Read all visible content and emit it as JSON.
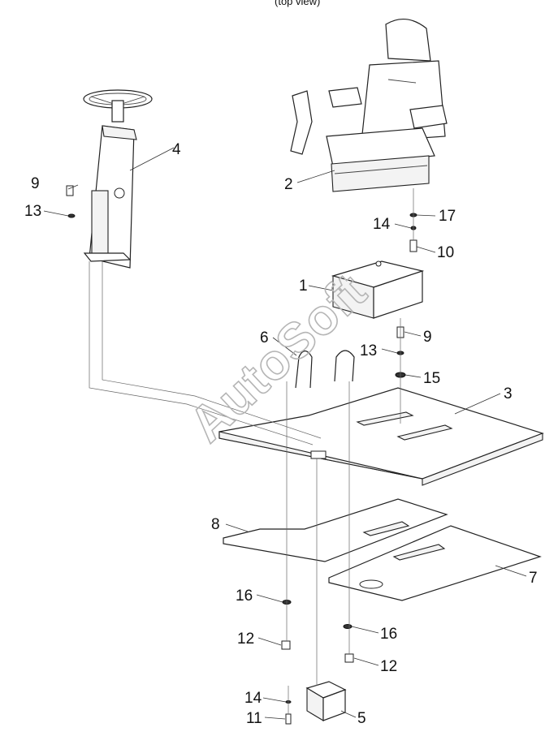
{
  "header": {
    "fragment": "(top view)"
  },
  "watermark": "AutoSoft",
  "callouts": {
    "c1": "1",
    "c2": "2",
    "c3": "3",
    "c4": "4",
    "c5": "5",
    "c6": "6",
    "c7": "7",
    "c8": "8",
    "c9a": "9",
    "c9b": "9",
    "c10": "10",
    "c11": "11",
    "c12a": "12",
    "c12b": "12",
    "c13a": "13",
    "c13b": "13",
    "c14a": "14",
    "c14b": "14",
    "c15": "15",
    "c16a": "16",
    "c16b": "16",
    "c17": "17"
  }
}
